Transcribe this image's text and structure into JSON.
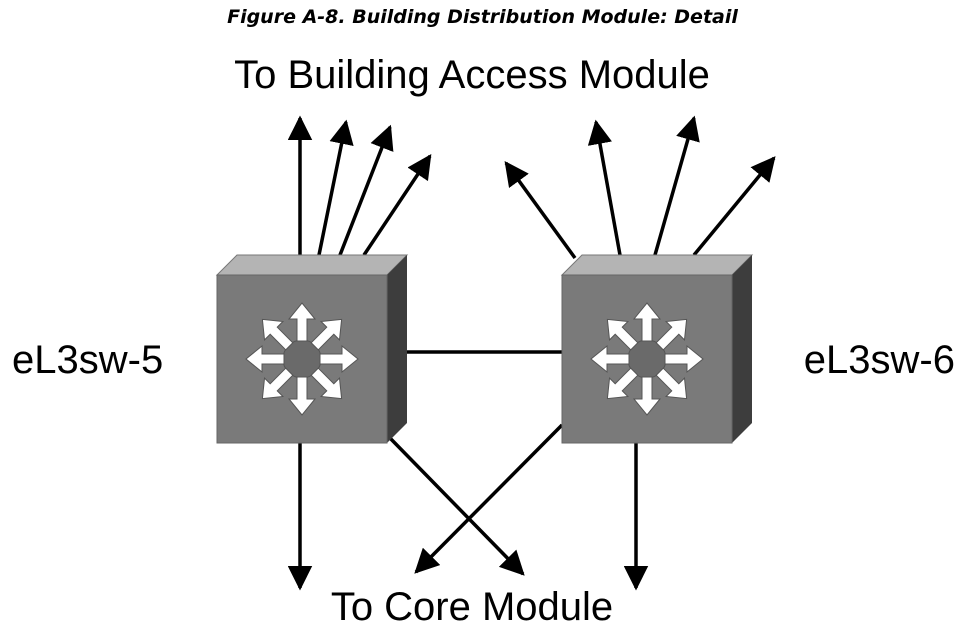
{
  "figure": {
    "caption": "Figure A-8. Building Distribution Module: Detail"
  },
  "labels": {
    "top": "To Building Access Module",
    "bottom": "To Core Module",
    "left_switch": "eL3sw-5",
    "right_switch": "eL3sw-6"
  },
  "icons": {
    "switch": "layer3-switch-icon"
  },
  "colors": {
    "switch_front": "#7a7a7a",
    "switch_top": "#b4b4b4",
    "switch_side": "#3d3d3d",
    "arrow_fill": "#ffffff",
    "line": "#000000"
  }
}
